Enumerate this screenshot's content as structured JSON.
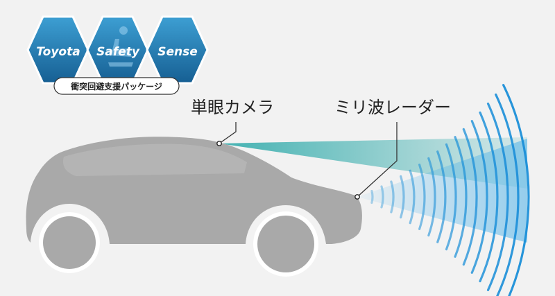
{
  "logo": {
    "words": [
      "Toyota",
      "Safety",
      "Sense"
    ],
    "subtitle": "衝突回避支援パッケージ",
    "colors": {
      "hex_fill": "#1f7db4",
      "hex_light": "#4aa7d8",
      "hex_stroke": "#ffffff",
      "word_color": "#ffffff"
    }
  },
  "labels": {
    "camera": "単眼カメラ",
    "radar": "ミリ波レーダー"
  },
  "colors": {
    "background": "#f2f2f2",
    "car_body": "#a9a9a9",
    "car_window": "#bdbdbd",
    "wheel_rim": "#ffffff",
    "camera_beam": "#3aaeae",
    "radar_beam": "#4ab0e8",
    "radar_wave": "#1b8fd8",
    "leader_line": "#333333"
  },
  "icons": {
    "camera_point": "sensor-dot-icon",
    "radar_point": "sensor-dot-icon",
    "seat_figure": "driver-seat-icon"
  }
}
